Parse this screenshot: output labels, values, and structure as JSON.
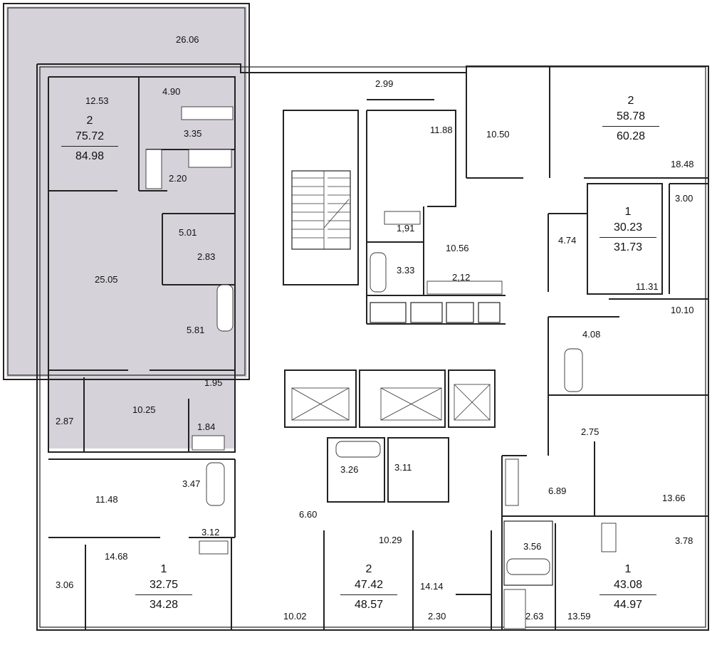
{
  "apartments": [
    {
      "rooms": "2",
      "area": "75.72",
      "area_total": "84.98"
    },
    {
      "rooms": "2",
      "area": "58.78",
      "area_total": "60.28"
    },
    {
      "rooms": "1",
      "area": "30.23",
      "area_total": "31.73"
    },
    {
      "rooms": "1",
      "area": "32.75",
      "area_total": "34.28"
    },
    {
      "rooms": "2",
      "area": "47.42",
      "area_total": "48.57"
    },
    {
      "rooms": "1",
      "area": "43.08",
      "area_total": "44.97"
    }
  ],
  "rooms": [
    "26.06",
    "12.53",
    "4.90",
    "3.35",
    "2.20",
    "5.01",
    "2.83",
    "25.05",
    "5.81",
    "1.95",
    "10.25",
    "2.87",
    "1.84",
    "11.48",
    "3.47",
    "3.12",
    "14.68",
    "3.06",
    "2.99",
    "11.88",
    "10.50",
    "18.48",
    "3.00",
    "4.74",
    "11.31",
    "1,91",
    "10.56",
    "3.33",
    "2,12",
    "10.10",
    "4.08",
    "2.75",
    "3.26",
    "3.11",
    "6.60",
    "10.29",
    "6.89",
    "13.66",
    "14.14",
    "10.02",
    "2.30",
    "3.56",
    "3.78",
    "2.63",
    "13.59"
  ],
  "colors": {
    "highlight": "#d5d2da",
    "wall": "#222222",
    "background": "#ffffff"
  }
}
